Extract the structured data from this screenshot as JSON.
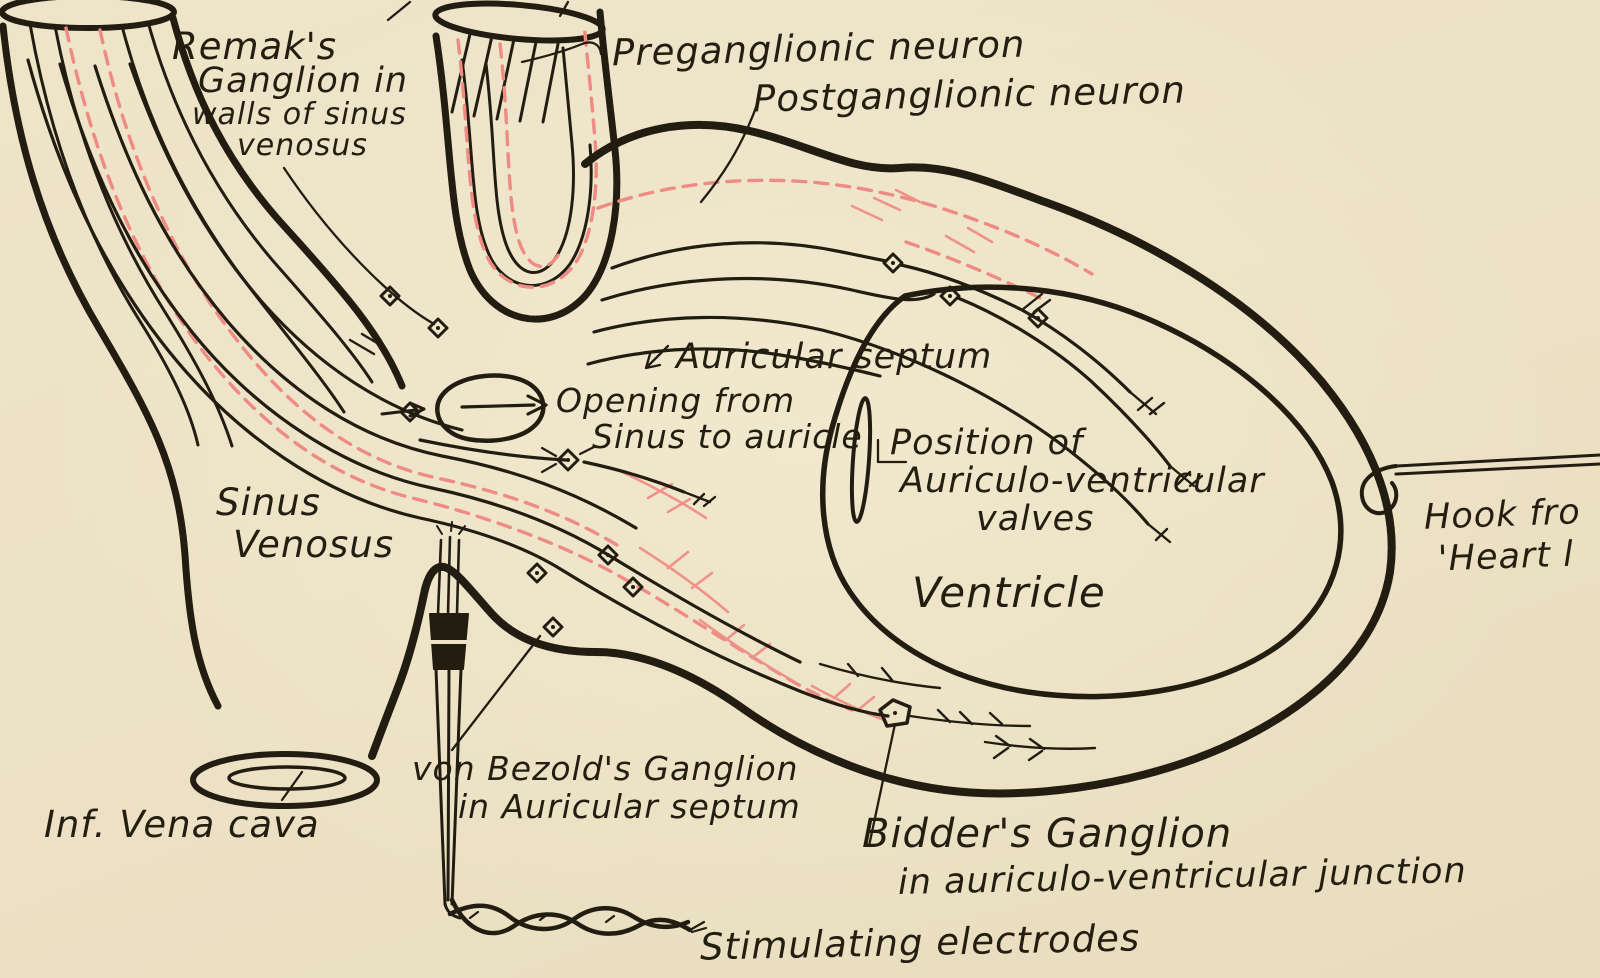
{
  "figure": {
    "description": "Hand-drawn anatomical diagram of the frog heart showing vagal innervation: sinus venosus, auricle and ventricle with preganglionic (red dashed) and postganglionic (black) neurons, three ganglia, stimulating electrodes and a hook from the heart lever.",
    "background_color": "#ece1c4",
    "ink_color": "#221d10",
    "preganglionic_fiber_color": "#ee8b83"
  },
  "labels": {
    "remak1": "Remak's",
    "remak2": "Ganglion in",
    "remak3": "walls of sinus",
    "remak4": "venosus",
    "preganglionic": "Preganglionic neuron",
    "postganglionic": "Postganglionic neuron",
    "auricular_septum": "Auricular septum",
    "opening1": "Opening from",
    "opening2": "Sinus to auricle",
    "position1": "Position of",
    "position2": "Auriculo-ventricular",
    "position3": "valves",
    "ventricle": "Ventricle",
    "hook1": "Hook fro",
    "hook2": "'Heart l",
    "sinus1": "Sinus",
    "sinus2": "Venosus",
    "ivc": "Inf. Vena cava",
    "bezold1": "von Bezold's  Ganglion",
    "bezold2": "in Auricular septum",
    "bidder1": "Bidder's  Ganglion",
    "bidder2": "in auriculo-ventricular junction",
    "electrodes": "Stimulating electrodes"
  }
}
